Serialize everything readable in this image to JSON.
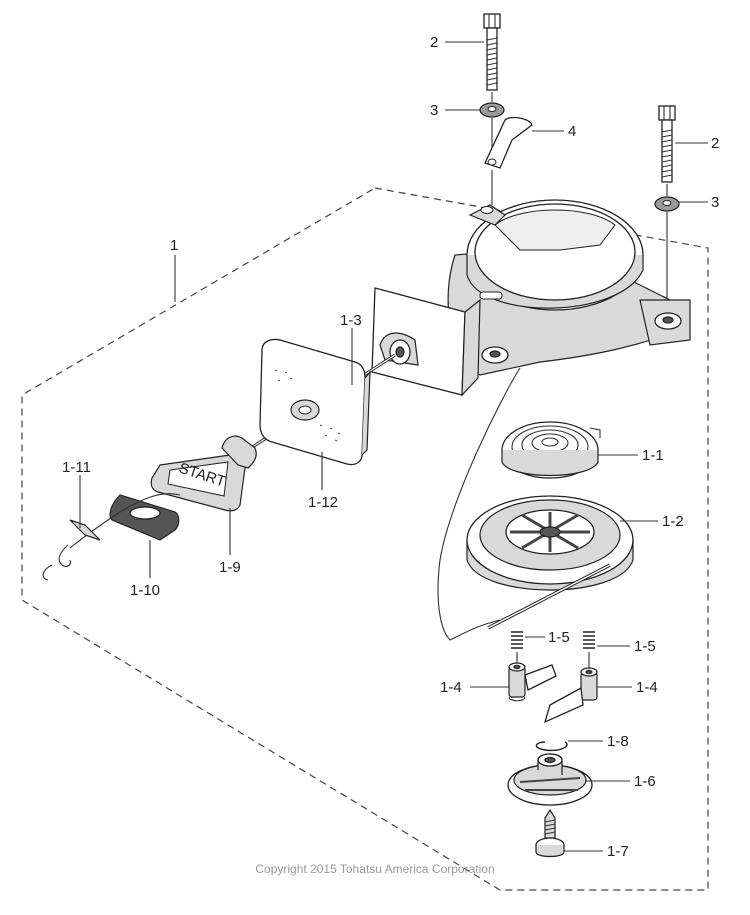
{
  "copyright": "Copyright 2015 Tohatsu America Corporation",
  "labels": [
    {
      "key": "l_2a",
      "text": "2"
    },
    {
      "key": "l_3a",
      "text": "3"
    },
    {
      "key": "l_4",
      "text": "4"
    },
    {
      "key": "l_2b",
      "text": "2"
    },
    {
      "key": "l_3b",
      "text": "3"
    },
    {
      "key": "l_1",
      "text": "1"
    },
    {
      "key": "l_1_3",
      "text": "1-3"
    },
    {
      "key": "l_1_1",
      "text": "1-1"
    },
    {
      "key": "l_1_2",
      "text": "1-2"
    },
    {
      "key": "l_1_12",
      "text": "1-12"
    },
    {
      "key": "l_1_11",
      "text": "1-11"
    },
    {
      "key": "l_1_9",
      "text": "1-9"
    },
    {
      "key": "l_1_10",
      "text": "1-10"
    },
    {
      "key": "l_1_5a",
      "text": "1-5"
    },
    {
      "key": "l_1_5b",
      "text": "1-5"
    },
    {
      "key": "l_1_4a",
      "text": "1-4"
    },
    {
      "key": "l_1_4b",
      "text": "1-4"
    },
    {
      "key": "l_1_8",
      "text": "1-8"
    },
    {
      "key": "l_1_6",
      "text": "1-6"
    },
    {
      "key": "l_1_7",
      "text": "1-7"
    }
  ],
  "handle_text": "START"
}
